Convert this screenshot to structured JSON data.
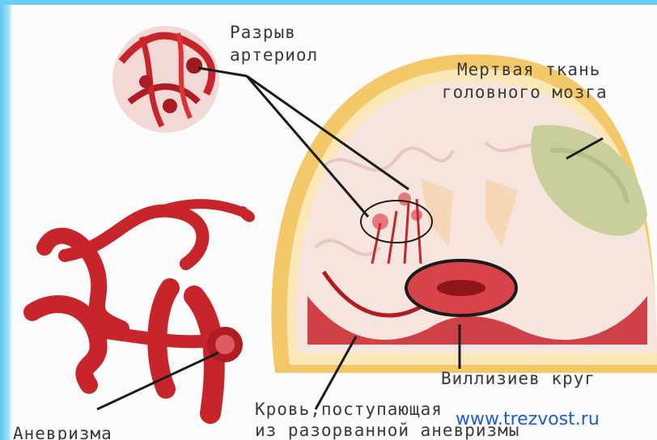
{
  "labels": {
    "rupture_line1": "Разрыв",
    "rupture_line2": "артериол",
    "dead_tissue_line1": "Мертвая ткань",
    "dead_tissue_line2": "головного мозга",
    "willis_circle": "Виллизиев круг",
    "blood_line1": "Кровь,поступающая",
    "blood_line2": "из разорванной аневризмы",
    "aneurysm": "Аневризма"
  },
  "watermark": "www.trezvost.ru",
  "colors": {
    "frame": "#6ccdf2",
    "artery": "#c8242b",
    "skull": "#f0c060",
    "brain": "#f4e4dc",
    "dead_tissue": "#c8cf9c",
    "watermark": "#1a5fd0"
  }
}
